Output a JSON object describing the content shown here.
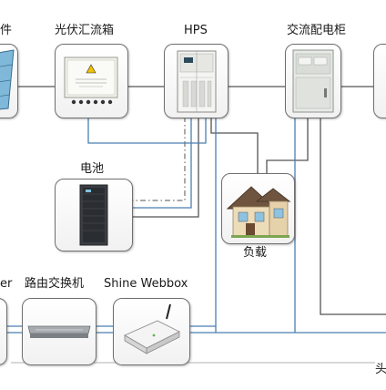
{
  "labels": {
    "pv_module": "件",
    "combiner": "光伏汇流箱",
    "hps": "HPS",
    "ac_cabinet": "交流配电柜",
    "battery": "电池",
    "load": "负载",
    "inverter_partial": "er",
    "router": "路由交换机",
    "webbox": "Shine Webbox",
    "corner": "头"
  },
  "colors": {
    "line_blue": "#4a7fb0",
    "line_gray": "#666666",
    "box_border": "#6f6f6f"
  }
}
